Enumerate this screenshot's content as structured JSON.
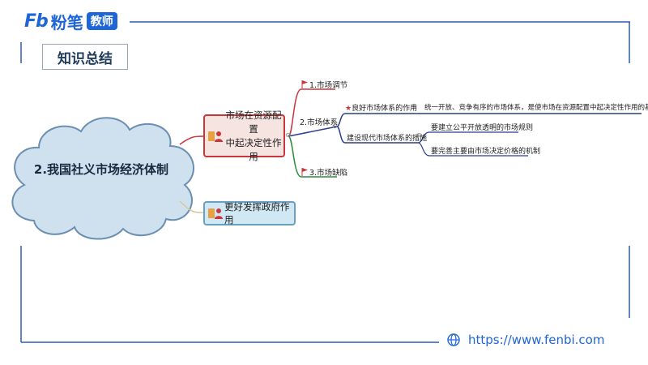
{
  "header": {
    "logo_fb": "Fb",
    "logo_name": "粉笔",
    "logo_badge": "教师",
    "section_title": "知识总结"
  },
  "footer": {
    "url": "https://www.fenbi.com"
  },
  "mindmap": {
    "root": "2.我国社义市场经济体制",
    "branch1": {
      "label_line1": "市场在资源配置",
      "label_line2": "中起决定性作用",
      "children": {
        "item1": "1.市场调节",
        "item2": "2.市场体系",
        "item3": "3.市场缺陷"
      },
      "market_system": {
        "good_role": "良好市场体系的作用",
        "good_role_detail": "统一开放、竞争有序的市场体系，是使市场在资源配置中起决定性作用的基础",
        "measures": "建设现代市场体系的措施",
        "measure1": "要建立公平开放透明的市场规则",
        "measure2": "要完善主要由市场决定价格的机制"
      }
    },
    "branch2": {
      "label": "更好发挥政府作用"
    }
  },
  "colors": {
    "accent_blue": "#1e66d8",
    "red": "#c8353b",
    "green": "#2e8b3a",
    "navy": "#2c3e8c"
  }
}
